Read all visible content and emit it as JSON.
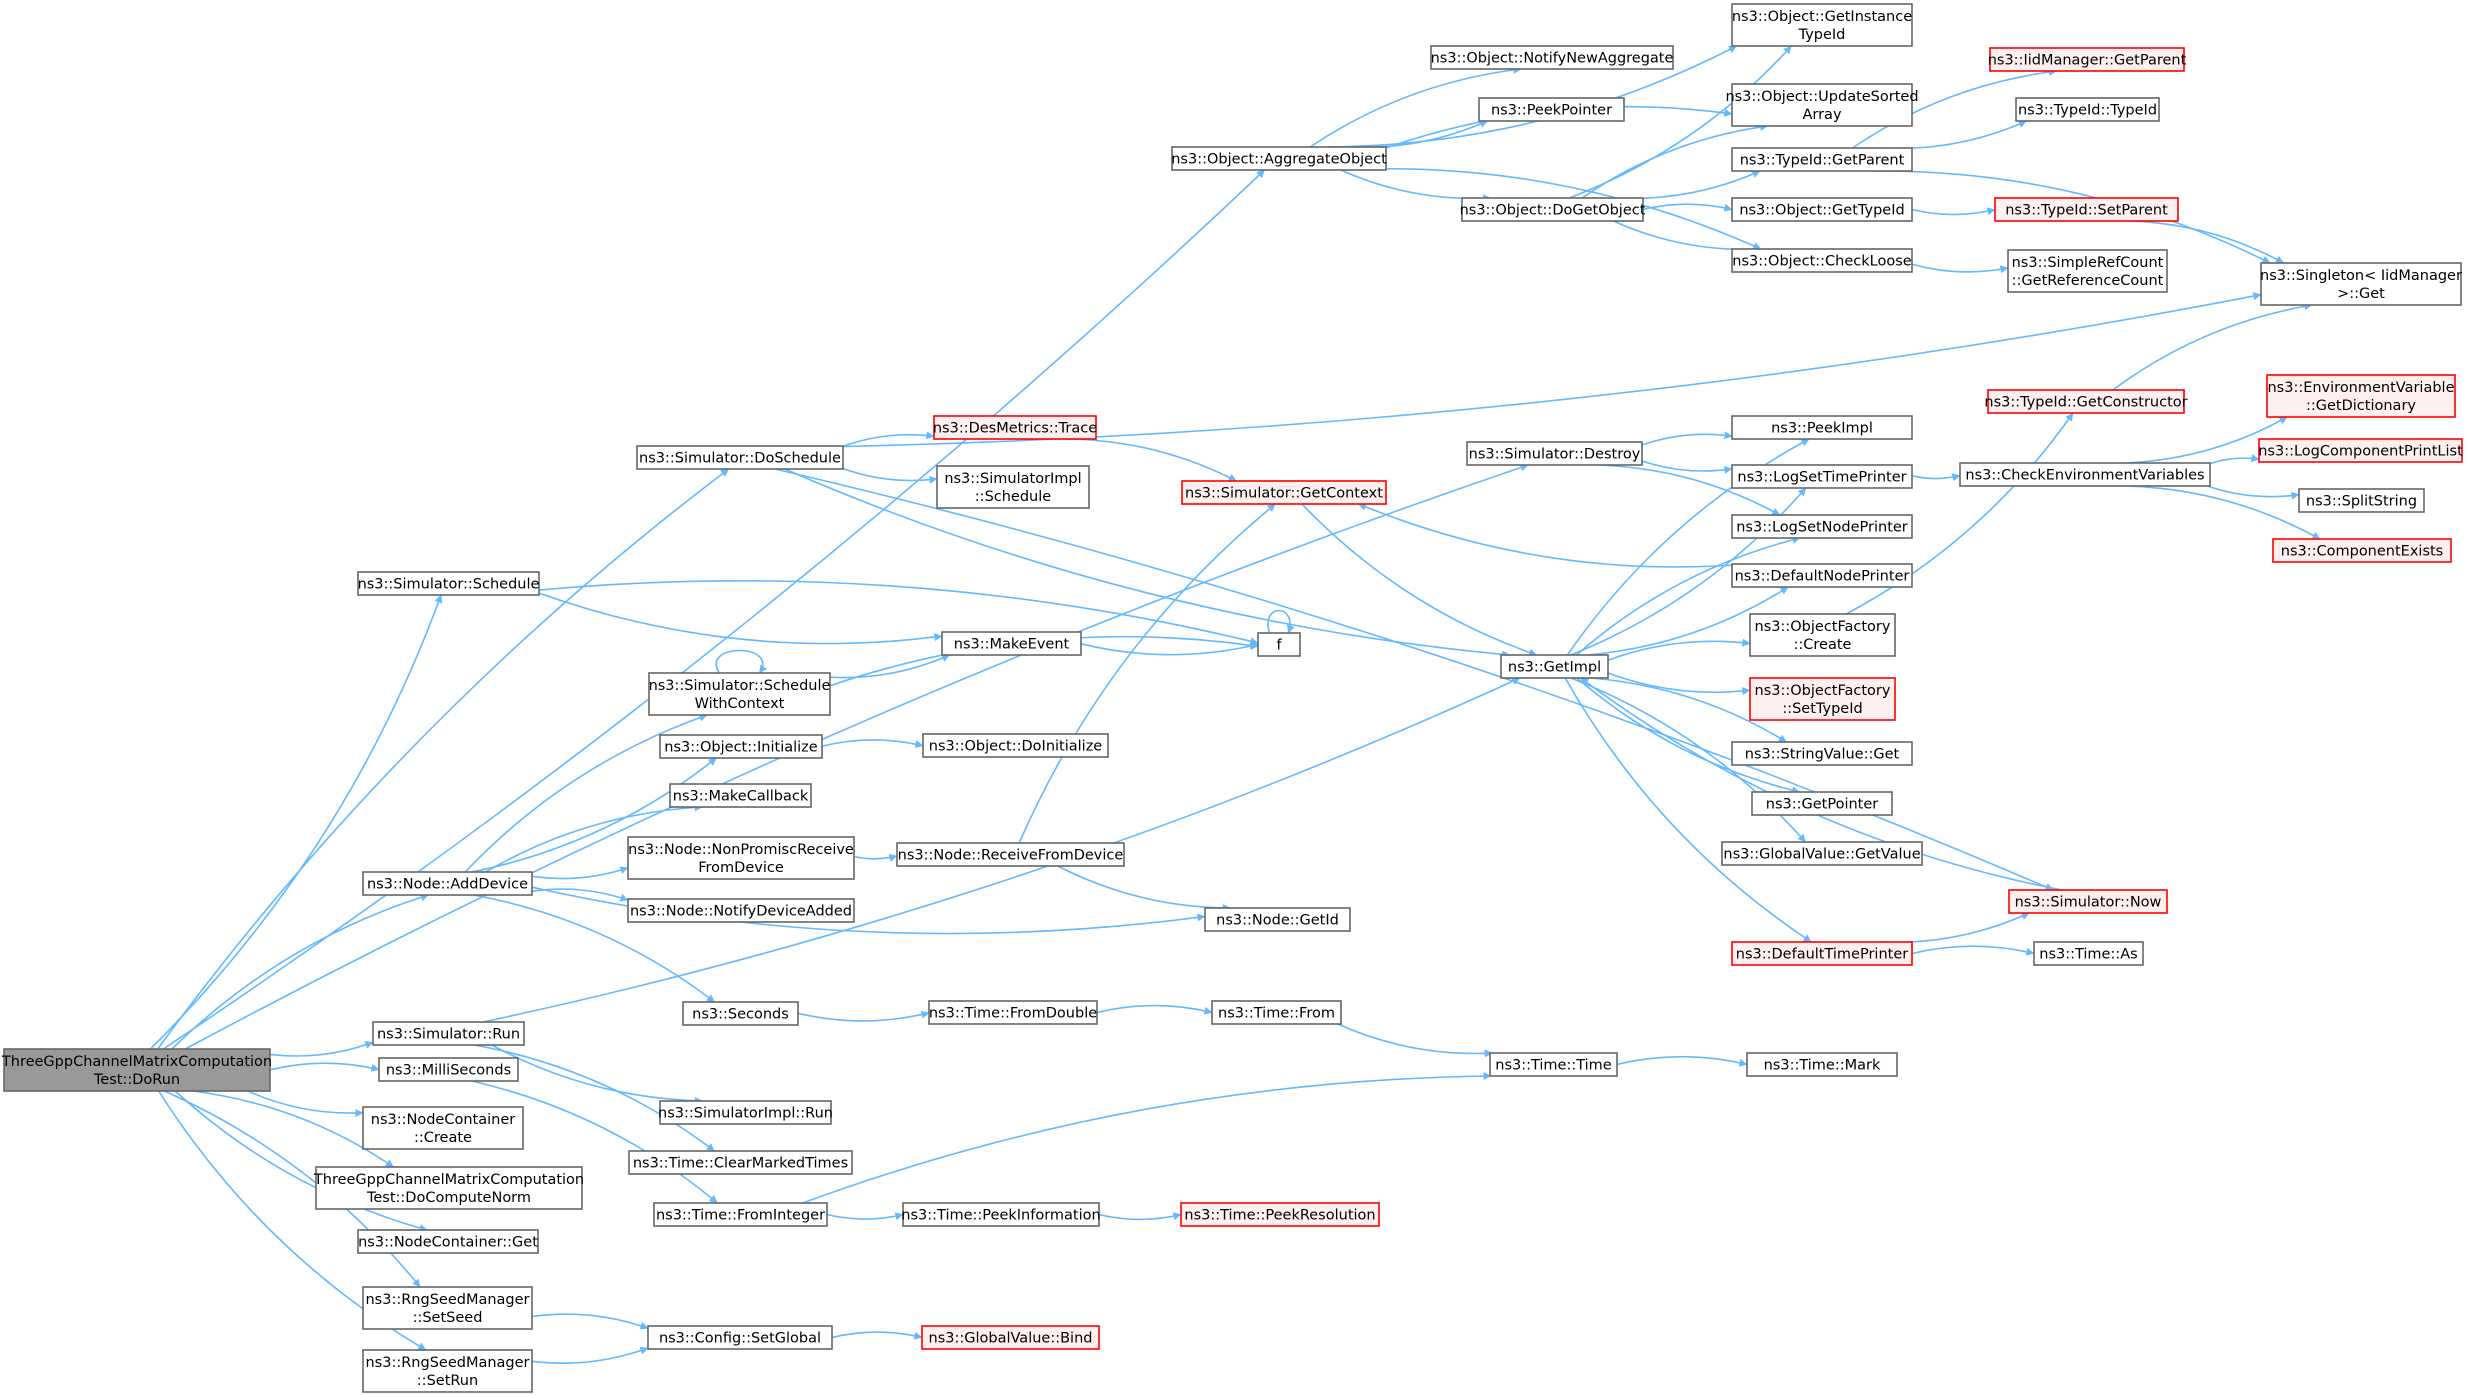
{
  "colors": {
    "edge": "#63b8ff",
    "node_border": "#666666",
    "node_fill": "#ffffff",
    "root_fill": "#999999",
    "truncated_border": "#ff0000",
    "truncated_fill": "#fff0f0"
  },
  "nodes": [
    {
      "id": "root",
      "lines": [
        "ThreeGppChannelMatrixComputation",
        "Test::DoRun"
      ],
      "kind": "root"
    },
    {
      "id": "aggregate",
      "lines": [
        "ns3::Object::AggregateObject"
      ],
      "kind": "normal"
    },
    {
      "id": "getinstance",
      "lines": [
        "ns3::Object::GetInstance",
        "TypeId"
      ],
      "kind": "normal"
    },
    {
      "id": "notifynewagg",
      "lines": [
        "ns3::Object::NotifyNewAggregate"
      ],
      "kind": "normal"
    },
    {
      "id": "peekpointer",
      "lines": [
        "ns3::PeekPointer"
      ],
      "kind": "normal"
    },
    {
      "id": "updatesorted",
      "lines": [
        "ns3::Object::UpdateSorted",
        "Array"
      ],
      "kind": "normal"
    },
    {
      "id": "dogetobject",
      "lines": [
        "ns3::Object::DoGetObject"
      ],
      "kind": "normal"
    },
    {
      "id": "iidgetparent",
      "lines": [
        "ns3::IidManager::GetParent"
      ],
      "kind": "truncated"
    },
    {
      "id": "typeid_typeid",
      "lines": [
        "ns3::TypeId::TypeId"
      ],
      "kind": "normal"
    },
    {
      "id": "typeid_getparent",
      "lines": [
        "ns3::TypeId::GetParent"
      ],
      "kind": "normal"
    },
    {
      "id": "gettypeid",
      "lines": [
        "ns3::Object::GetTypeId"
      ],
      "kind": "normal"
    },
    {
      "id": "typeid_setparent",
      "lines": [
        "ns3::TypeId::SetParent"
      ],
      "kind": "truncated"
    },
    {
      "id": "checkloose",
      "lines": [
        "ns3::Object::CheckLoose"
      ],
      "kind": "normal"
    },
    {
      "id": "getrefcount",
      "lines": [
        "ns3::SimpleRefCount",
        "::GetReferenceCount"
      ],
      "kind": "normal"
    },
    {
      "id": "singleton",
      "lines": [
        "ns3::Singleton< IidManager",
        ">::Get"
      ],
      "kind": "normal"
    },
    {
      "id": "getconstructor",
      "lines": [
        "ns3::TypeId::GetConstructor"
      ],
      "kind": "truncated"
    },
    {
      "id": "envgetdict",
      "lines": [
        "ns3::EnvironmentVariable",
        "::GetDictionary"
      ],
      "kind": "truncated"
    },
    {
      "id": "logprintlist",
      "lines": [
        "ns3::LogComponentPrintList"
      ],
      "kind": "truncated"
    },
    {
      "id": "splitstring",
      "lines": [
        "ns3::SplitString"
      ],
      "kind": "normal"
    },
    {
      "id": "compexists",
      "lines": [
        "ns3::ComponentExists"
      ],
      "kind": "truncated"
    },
    {
      "id": "checkenv",
      "lines": [
        "ns3::CheckEnvironmentVariables"
      ],
      "kind": "normal"
    },
    {
      "id": "doschedule",
      "lines": [
        "ns3::Simulator::DoSchedule"
      ],
      "kind": "normal"
    },
    {
      "id": "destrace",
      "lines": [
        "ns3::DesMetrics::Trace"
      ],
      "kind": "truncated"
    },
    {
      "id": "simimplschedule",
      "lines": [
        "ns3::SimulatorImpl",
        "::Schedule"
      ],
      "kind": "normal"
    },
    {
      "id": "getcontext",
      "lines": [
        "ns3::Simulator::GetContext"
      ],
      "kind": "truncated"
    },
    {
      "id": "destroy",
      "lines": [
        "ns3::Simulator::Destroy"
      ],
      "kind": "normal"
    },
    {
      "id": "peekimpl",
      "lines": [
        "ns3::PeekImpl"
      ],
      "kind": "normal"
    },
    {
      "id": "logsettime",
      "lines": [
        "ns3::LogSetTimePrinter"
      ],
      "kind": "normal"
    },
    {
      "id": "logsetnode",
      "lines": [
        "ns3::LogSetNodePrinter"
      ],
      "kind": "normal"
    },
    {
      "id": "defnodeprinter",
      "lines": [
        "ns3::DefaultNodePrinter"
      ],
      "kind": "normal"
    },
    {
      "id": "objfactcreate",
      "lines": [
        "ns3::ObjectFactory",
        "::Create"
      ],
      "kind": "normal"
    },
    {
      "id": "objfactsettypeid",
      "lines": [
        "ns3::ObjectFactory",
        "::SetTypeId"
      ],
      "kind": "truncated"
    },
    {
      "id": "stringvalueget",
      "lines": [
        "ns3::StringValue::Get"
      ],
      "kind": "normal"
    },
    {
      "id": "getpointer",
      "lines": [
        "ns3::GetPointer"
      ],
      "kind": "normal"
    },
    {
      "id": "globalvalueget",
      "lines": [
        "ns3::GlobalValue::GetValue"
      ],
      "kind": "normal"
    },
    {
      "id": "deftimeprinter",
      "lines": [
        "ns3::DefaultTimePrinter"
      ],
      "kind": "truncated"
    },
    {
      "id": "simnow",
      "lines": [
        "ns3::Simulator::Now"
      ],
      "kind": "truncated"
    },
    {
      "id": "timeas",
      "lines": [
        "ns3::Time::As"
      ],
      "kind": "normal"
    },
    {
      "id": "getimpl",
      "lines": [
        "ns3::GetImpl"
      ],
      "kind": "normal"
    },
    {
      "id": "simschedule",
      "lines": [
        "ns3::Simulator::Schedule"
      ],
      "kind": "normal"
    },
    {
      "id": "makeevent",
      "lines": [
        "ns3::MakeEvent"
      ],
      "kind": "normal"
    },
    {
      "id": "f",
      "lines": [
        "f"
      ],
      "kind": "normal"
    },
    {
      "id": "schedwithctx",
      "lines": [
        "ns3::Simulator::Schedule",
        "WithContext"
      ],
      "kind": "normal"
    },
    {
      "id": "objinit",
      "lines": [
        "ns3::Object::Initialize"
      ],
      "kind": "normal"
    },
    {
      "id": "objdoinit",
      "lines": [
        "ns3::Object::DoInitialize"
      ],
      "kind": "normal"
    },
    {
      "id": "makecallback",
      "lines": [
        "ns3::MakeCallback"
      ],
      "kind": "normal"
    },
    {
      "id": "nonpromisc",
      "lines": [
        "ns3::Node::NonPromiscReceive",
        "FromDevice"
      ],
      "kind": "normal"
    },
    {
      "id": "recvfromdev",
      "lines": [
        "ns3::Node::ReceiveFromDevice"
      ],
      "kind": "normal"
    },
    {
      "id": "adddevice",
      "lines": [
        "ns3::Node::AddDevice"
      ],
      "kind": "normal"
    },
    {
      "id": "notifydevadded",
      "lines": [
        "ns3::Node::NotifyDeviceAdded"
      ],
      "kind": "normal"
    },
    {
      "id": "nodegetid",
      "lines": [
        "ns3::Node::GetId"
      ],
      "kind": "normal"
    },
    {
      "id": "seconds",
      "lines": [
        "ns3::Seconds"
      ],
      "kind": "normal"
    },
    {
      "id": "fromdouble",
      "lines": [
        "ns3::Time::FromDouble"
      ],
      "kind": "normal"
    },
    {
      "id": "timefrom",
      "lines": [
        "ns3::Time::From"
      ],
      "kind": "normal"
    },
    {
      "id": "timetime",
      "lines": [
        "ns3::Time::Time"
      ],
      "kind": "normal"
    },
    {
      "id": "timemark",
      "lines": [
        "ns3::Time::Mark"
      ],
      "kind": "normal"
    },
    {
      "id": "simrun",
      "lines": [
        "ns3::Simulator::Run"
      ],
      "kind": "normal"
    },
    {
      "id": "millis",
      "lines": [
        "ns3::MilliSeconds"
      ],
      "kind": "normal"
    },
    {
      "id": "simimplrun",
      "lines": [
        "ns3::SimulatorImpl::Run"
      ],
      "kind": "normal"
    },
    {
      "id": "clearmarked",
      "lines": [
        "ns3::Time::ClearMarkedTimes"
      ],
      "kind": "normal"
    },
    {
      "id": "fromint",
      "lines": [
        "ns3::Time::FromInteger"
      ],
      "kind": "normal"
    },
    {
      "id": "peekinfo",
      "lines": [
        "ns3::Time::PeekInformation"
      ],
      "kind": "normal"
    },
    {
      "id": "peekres",
      "lines": [
        "ns3::Time::PeekResolution"
      ],
      "kind": "truncated"
    },
    {
      "id": "nccreate",
      "lines": [
        "ns3::NodeContainer",
        "::Create"
      ],
      "kind": "normal"
    },
    {
      "id": "docomputenorm",
      "lines": [
        "ThreeGppChannelMatrixComputation",
        "Test::DoComputeNorm"
      ],
      "kind": "normal"
    },
    {
      "id": "ncget",
      "lines": [
        "ns3::NodeContainer::Get"
      ],
      "kind": "normal"
    },
    {
      "id": "setseed",
      "lines": [
        "ns3::RngSeedManager",
        "::SetSeed"
      ],
      "kind": "normal"
    },
    {
      "id": "setrun",
      "lines": [
        "ns3::RngSeedManager",
        "::SetRun"
      ],
      "kind": "normal"
    },
    {
      "id": "setglobal",
      "lines": [
        "ns3::Config::SetGlobal"
      ],
      "kind": "normal"
    },
    {
      "id": "gvbind",
      "lines": [
        "ns3::GlobalValue::Bind"
      ],
      "kind": "truncated"
    }
  ],
  "edges": [
    [
      "root",
      "aggregate"
    ],
    [
      "root",
      "doschedule"
    ],
    [
      "root",
      "simschedule"
    ],
    [
      "root",
      "adddevice"
    ],
    [
      "root",
      "simrun"
    ],
    [
      "root",
      "millis"
    ],
    [
      "root",
      "nccreate"
    ],
    [
      "root",
      "docomputenorm"
    ],
    [
      "root",
      "ncget"
    ],
    [
      "root",
      "setseed"
    ],
    [
      "root",
      "setrun"
    ],
    [
      "root",
      "destroy"
    ],
    [
      "aggregate",
      "getinstance"
    ],
    [
      "aggregate",
      "notifynewagg"
    ],
    [
      "aggregate",
      "peekpointer"
    ],
    [
      "aggregate",
      "updatesorted"
    ],
    [
      "aggregate",
      "dogetobject"
    ],
    [
      "aggregate",
      "checkloose"
    ],
    [
      "dogetobject",
      "getinstance"
    ],
    [
      "dogetobject",
      "updatesorted"
    ],
    [
      "dogetobject",
      "typeid_getparent"
    ],
    [
      "dogetobject",
      "gettypeid"
    ],
    [
      "dogetobject",
      "checkloose"
    ],
    [
      "typeid_getparent",
      "iidgetparent"
    ],
    [
      "typeid_getparent",
      "typeid_typeid"
    ],
    [
      "typeid_getparent",
      "singleton"
    ],
    [
      "gettypeid",
      "typeid_setparent"
    ],
    [
      "typeid_setparent",
      "singleton"
    ],
    [
      "checkloose",
      "getrefcount"
    ],
    [
      "getconstructor",
      "singleton"
    ],
    [
      "checkenv",
      "envgetdict"
    ],
    [
      "checkenv",
      "logprintlist"
    ],
    [
      "checkenv",
      "splitstring"
    ],
    [
      "checkenv",
      "compexists"
    ],
    [
      "doschedule",
      "singleton"
    ],
    [
      "doschedule",
      "destrace"
    ],
    [
      "doschedule",
      "simimplschedule"
    ],
    [
      "doschedule",
      "simnow"
    ],
    [
      "doschedule",
      "getimpl"
    ],
    [
      "destrace",
      "getcontext"
    ],
    [
      "getcontext",
      "getimpl"
    ],
    [
      "destroy",
      "peekimpl"
    ],
    [
      "destroy",
      "logsettime"
    ],
    [
      "destroy",
      "logsetnode"
    ],
    [
      "logsettime",
      "checkenv"
    ],
    [
      "defnodeprinter",
      "getcontext"
    ],
    [
      "objfactcreate",
      "getconstructor"
    ],
    [
      "getimpl",
      "peekimpl"
    ],
    [
      "getimpl",
      "logsettime"
    ],
    [
      "getimpl",
      "logsetnode"
    ],
    [
      "getimpl",
      "defnodeprinter"
    ],
    [
      "getimpl",
      "objfactcreate"
    ],
    [
      "getimpl",
      "objfactsettypeid"
    ],
    [
      "getimpl",
      "stringvalueget"
    ],
    [
      "getimpl",
      "getpointer"
    ],
    [
      "getimpl",
      "globalvalueget"
    ],
    [
      "getimpl",
      "deftimeprinter"
    ],
    [
      "simnow",
      "getimpl"
    ],
    [
      "deftimeprinter",
      "simnow"
    ],
    [
      "deftimeprinter",
      "timeas"
    ],
    [
      "simschedule",
      "makeevent"
    ],
    [
      "simschedule",
      "f"
    ],
    [
      "makeevent",
      "f"
    ],
    [
      "f",
      "f"
    ],
    [
      "schedwithctx",
      "makeevent"
    ],
    [
      "schedwithctx",
      "f"
    ],
    [
      "schedwithctx",
      "schedwithctx"
    ],
    [
      "objinit",
      "objdoinit"
    ],
    [
      "nonpromisc",
      "recvfromdev"
    ],
    [
      "recvfromdev",
      "getcontext"
    ],
    [
      "recvfromdev",
      "nodegetid"
    ],
    [
      "adddevice",
      "schedwithctx"
    ],
    [
      "adddevice",
      "objinit"
    ],
    [
      "adddevice",
      "makecallback"
    ],
    [
      "adddevice",
      "nonpromisc"
    ],
    [
      "adddevice",
      "notifydevadded"
    ],
    [
      "adddevice",
      "nodegetid"
    ],
    [
      "adddevice",
      "seconds"
    ],
    [
      "seconds",
      "fromdouble"
    ],
    [
      "fromdouble",
      "timefrom"
    ],
    [
      "timefrom",
      "timetime"
    ],
    [
      "timetime",
      "timemark"
    ],
    [
      "simrun",
      "simimplrun"
    ],
    [
      "simrun",
      "clearmarked"
    ],
    [
      "simrun",
      "getimpl"
    ],
    [
      "millis",
      "fromint"
    ],
    [
      "fromint",
      "peekinfo"
    ],
    [
      "fromint",
      "timetime"
    ],
    [
      "peekinfo",
      "peekres"
    ],
    [
      "setseed",
      "setglobal"
    ],
    [
      "setrun",
      "setglobal"
    ],
    [
      "setglobal",
      "gvbind"
    ]
  ]
}
